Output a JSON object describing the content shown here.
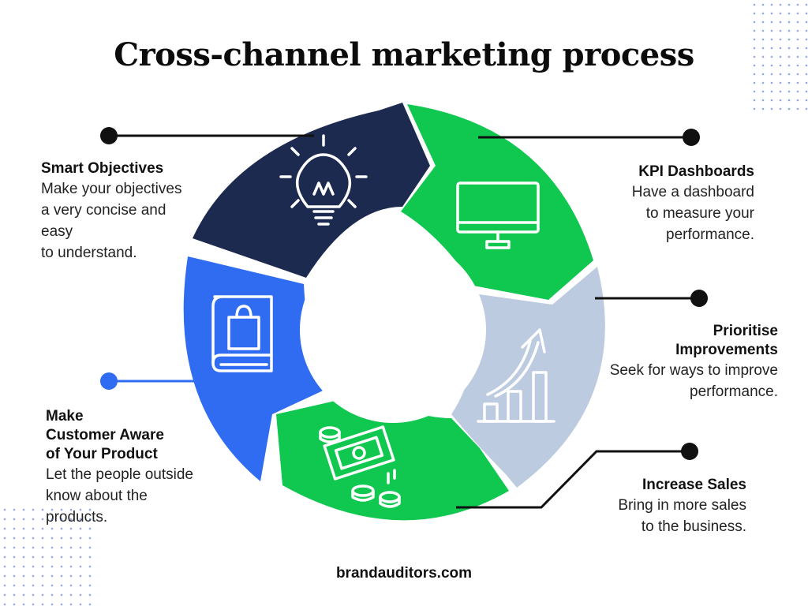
{
  "title": "Cross-channel marketing process",
  "footer": "brandauditors.com",
  "colors": {
    "navy": "#1b2a4e",
    "green": "#10c74f",
    "gray_blue": "#bccbdf",
    "blue": "#2f6cf2",
    "line": "#111111",
    "dot_pattern": "#3b5fd9"
  },
  "steps": [
    {
      "icon": "light-bulb-icon",
      "title_lines": [
        "Smart Objectives"
      ],
      "desc_lines": [
        "Make your objectives",
        "a very concise and",
        "easy",
        "to understand."
      ]
    },
    {
      "icon": "monitor-icon",
      "title_lines": [
        "KPI Dashboards"
      ],
      "desc_lines": [
        "Have a dashboard",
        "to measure your",
        "performance."
      ]
    },
    {
      "icon": "growth-chart-icon",
      "title_lines": [
        "Prioritise",
        "Improvements"
      ],
      "desc_lines": [
        "Seek for ways to improve",
        "performance."
      ]
    },
    {
      "icon": "money-coins-icon",
      "title_lines": [
        "Increase Sales"
      ],
      "desc_lines": [
        "Bring in more sales",
        "to the business."
      ]
    },
    {
      "icon": "shopping-book-icon",
      "title_lines": [
        "Make",
        "Customer Aware",
        "of Your Product"
      ],
      "desc_lines": [
        "Let the people outside",
        "know about the",
        "products."
      ]
    }
  ]
}
